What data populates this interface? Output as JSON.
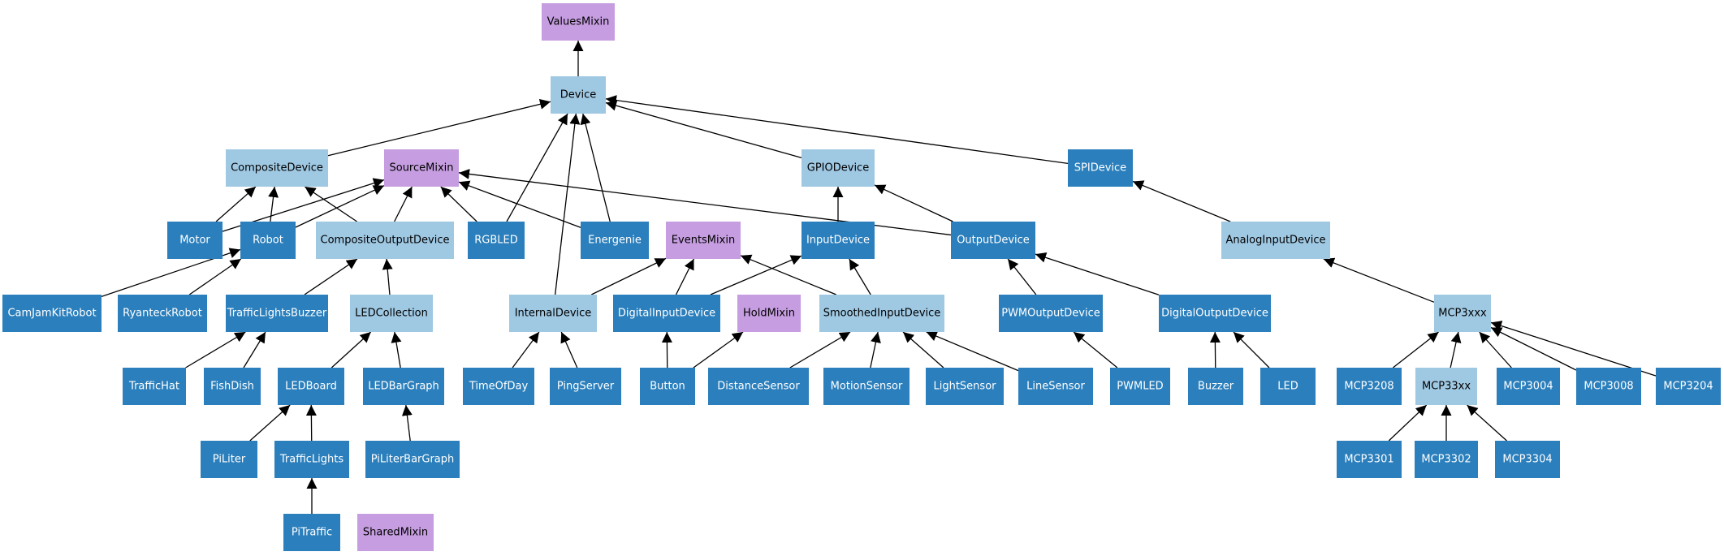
{
  "colors": {
    "concrete": "#2b7fbc",
    "abstract": "#9fc8e3",
    "mixin": "#c59de0",
    "edge": "#000000"
  },
  "nodes": [
    {
      "id": "ValuesMixin",
      "label": "ValuesMixin",
      "kind": "mixin"
    },
    {
      "id": "Device",
      "label": "Device",
      "kind": "abstract"
    },
    {
      "id": "CompositeDevice",
      "label": "CompositeDevice",
      "kind": "abstract"
    },
    {
      "id": "SourceMixin",
      "label": "SourceMixin",
      "kind": "mixin"
    },
    {
      "id": "GPIODevice",
      "label": "GPIODevice",
      "kind": "abstract"
    },
    {
      "id": "SPIDevice",
      "label": "SPIDevice",
      "kind": "concrete"
    },
    {
      "id": "Motor",
      "label": "Motor",
      "kind": "concrete"
    },
    {
      "id": "Robot",
      "label": "Robot",
      "kind": "concrete"
    },
    {
      "id": "CompositeOutputDevice",
      "label": "CompositeOutputDevice",
      "kind": "abstract"
    },
    {
      "id": "RGBLED",
      "label": "RGBLED",
      "kind": "concrete"
    },
    {
      "id": "Energenie",
      "label": "Energenie",
      "kind": "concrete"
    },
    {
      "id": "EventsMixin",
      "label": "EventsMixin",
      "kind": "mixin"
    },
    {
      "id": "InputDevice",
      "label": "InputDevice",
      "kind": "concrete"
    },
    {
      "id": "OutputDevice",
      "label": "OutputDevice",
      "kind": "concrete"
    },
    {
      "id": "AnalogInputDevice",
      "label": "AnalogInputDevice",
      "kind": "abstract"
    },
    {
      "id": "CamJamKitRobot",
      "label": "CamJamKitRobot",
      "kind": "concrete"
    },
    {
      "id": "RyanteckRobot",
      "label": "RyanteckRobot",
      "kind": "concrete"
    },
    {
      "id": "TrafficLightsBuzzer",
      "label": "TrafficLightsBuzzer",
      "kind": "concrete"
    },
    {
      "id": "LEDCollection",
      "label": "LEDCollection",
      "kind": "abstract"
    },
    {
      "id": "InternalDevice",
      "label": "InternalDevice",
      "kind": "abstract"
    },
    {
      "id": "DigitalInputDevice",
      "label": "DigitalInputDevice",
      "kind": "concrete"
    },
    {
      "id": "HoldMixin",
      "label": "HoldMixin",
      "kind": "mixin"
    },
    {
      "id": "SmoothedInputDevice",
      "label": "SmoothedInputDevice",
      "kind": "abstract"
    },
    {
      "id": "PWMOutputDevice",
      "label": "PWMOutputDevice",
      "kind": "concrete"
    },
    {
      "id": "DigitalOutputDevice",
      "label": "DigitalOutputDevice",
      "kind": "concrete"
    },
    {
      "id": "MCP3xxx",
      "label": "MCP3xxx",
      "kind": "abstract"
    },
    {
      "id": "TrafficHat",
      "label": "TrafficHat",
      "kind": "concrete"
    },
    {
      "id": "FishDish",
      "label": "FishDish",
      "kind": "concrete"
    },
    {
      "id": "LEDBoard",
      "label": "LEDBoard",
      "kind": "concrete"
    },
    {
      "id": "LEDBarGraph",
      "label": "LEDBarGraph",
      "kind": "concrete"
    },
    {
      "id": "TimeOfDay",
      "label": "TimeOfDay",
      "kind": "concrete"
    },
    {
      "id": "PingServer",
      "label": "PingServer",
      "kind": "concrete"
    },
    {
      "id": "Button",
      "label": "Button",
      "kind": "concrete"
    },
    {
      "id": "DistanceSensor",
      "label": "DistanceSensor",
      "kind": "concrete"
    },
    {
      "id": "MotionSensor",
      "label": "MotionSensor",
      "kind": "concrete"
    },
    {
      "id": "LightSensor",
      "label": "LightSensor",
      "kind": "concrete"
    },
    {
      "id": "LineSensor",
      "label": "LineSensor",
      "kind": "concrete"
    },
    {
      "id": "PWMLED",
      "label": "PWMLED",
      "kind": "concrete"
    },
    {
      "id": "Buzzer",
      "label": "Buzzer",
      "kind": "concrete"
    },
    {
      "id": "LED",
      "label": "LED",
      "kind": "concrete"
    },
    {
      "id": "MCP3208",
      "label": "MCP3208",
      "kind": "concrete"
    },
    {
      "id": "MCP33xx",
      "label": "MCP33xx",
      "kind": "abstract"
    },
    {
      "id": "MCP3004",
      "label": "MCP3004",
      "kind": "concrete"
    },
    {
      "id": "MCP3008",
      "label": "MCP3008",
      "kind": "concrete"
    },
    {
      "id": "MCP3204",
      "label": "MCP3204",
      "kind": "concrete"
    },
    {
      "id": "PiLiter",
      "label": "PiLiter",
      "kind": "concrete"
    },
    {
      "id": "TrafficLights",
      "label": "TrafficLights",
      "kind": "concrete"
    },
    {
      "id": "PiLiterBarGraph",
      "label": "PiLiterBarGraph",
      "kind": "concrete"
    },
    {
      "id": "MCP3301",
      "label": "MCP3301",
      "kind": "concrete"
    },
    {
      "id": "MCP3302",
      "label": "MCP3302",
      "kind": "concrete"
    },
    {
      "id": "MCP3304",
      "label": "MCP3304",
      "kind": "concrete"
    },
    {
      "id": "PiTraffic",
      "label": "PiTraffic",
      "kind": "concrete"
    },
    {
      "id": "SharedMixin",
      "label": "SharedMixin",
      "kind": "mixin"
    }
  ],
  "edges": [
    [
      "Device",
      "ValuesMixin"
    ],
    [
      "CompositeDevice",
      "Device"
    ],
    [
      "GPIODevice",
      "Device"
    ],
    [
      "SPIDevice",
      "Device"
    ],
    [
      "RGBLED",
      "Device"
    ],
    [
      "Energenie",
      "Device"
    ],
    [
      "InternalDevice",
      "Device"
    ],
    [
      "Motor",
      "CompositeDevice"
    ],
    [
      "Robot",
      "CompositeDevice"
    ],
    [
      "CompositeOutputDevice",
      "CompositeDevice"
    ],
    [
      "Motor",
      "SourceMixin"
    ],
    [
      "Robot",
      "SourceMixin"
    ],
    [
      "CompositeOutputDevice",
      "SourceMixin"
    ],
    [
      "RGBLED",
      "SourceMixin"
    ],
    [
      "Energenie",
      "SourceMixin"
    ],
    [
      "OutputDevice",
      "SourceMixin"
    ],
    [
      "InputDevice",
      "GPIODevice"
    ],
    [
      "OutputDevice",
      "GPIODevice"
    ],
    [
      "AnalogInputDevice",
      "SPIDevice"
    ],
    [
      "CamJamKitRobot",
      "Robot"
    ],
    [
      "RyanteckRobot",
      "Robot"
    ],
    [
      "TrafficLightsBuzzer",
      "CompositeOutputDevice"
    ],
    [
      "LEDCollection",
      "CompositeOutputDevice"
    ],
    [
      "InternalDevice",
      "EventsMixin"
    ],
    [
      "DigitalInputDevice",
      "EventsMixin"
    ],
    [
      "SmoothedInputDevice",
      "EventsMixin"
    ],
    [
      "DigitalInputDevice",
      "InputDevice"
    ],
    [
      "SmoothedInputDevice",
      "InputDevice"
    ],
    [
      "PWMOutputDevice",
      "OutputDevice"
    ],
    [
      "DigitalOutputDevice",
      "OutputDevice"
    ],
    [
      "MCP3xxx",
      "AnalogInputDevice"
    ],
    [
      "TrafficHat",
      "TrafficLightsBuzzer"
    ],
    [
      "FishDish",
      "TrafficLightsBuzzer"
    ],
    [
      "LEDBoard",
      "LEDCollection"
    ],
    [
      "LEDBarGraph",
      "LEDCollection"
    ],
    [
      "TimeOfDay",
      "InternalDevice"
    ],
    [
      "PingServer",
      "InternalDevice"
    ],
    [
      "Button",
      "DigitalInputDevice"
    ],
    [
      "Button",
      "HoldMixin"
    ],
    [
      "DistanceSensor",
      "SmoothedInputDevice"
    ],
    [
      "MotionSensor",
      "SmoothedInputDevice"
    ],
    [
      "LightSensor",
      "SmoothedInputDevice"
    ],
    [
      "LineSensor",
      "SmoothedInputDevice"
    ],
    [
      "PWMLED",
      "PWMOutputDevice"
    ],
    [
      "Buzzer",
      "DigitalOutputDevice"
    ],
    [
      "LED",
      "DigitalOutputDevice"
    ],
    [
      "MCP3208",
      "MCP3xxx"
    ],
    [
      "MCP33xx",
      "MCP3xxx"
    ],
    [
      "MCP3004",
      "MCP3xxx"
    ],
    [
      "MCP3008",
      "MCP3xxx"
    ],
    [
      "MCP3204",
      "MCP3xxx"
    ],
    [
      "PiLiter",
      "LEDBoard"
    ],
    [
      "TrafficLights",
      "LEDBoard"
    ],
    [
      "PiLiterBarGraph",
      "LEDBarGraph"
    ],
    [
      "MCP3301",
      "MCP33xx"
    ],
    [
      "MCP3302",
      "MCP33xx"
    ],
    [
      "MCP3304",
      "MCP33xx"
    ],
    [
      "PiTraffic",
      "TrafficLights"
    ]
  ]
}
